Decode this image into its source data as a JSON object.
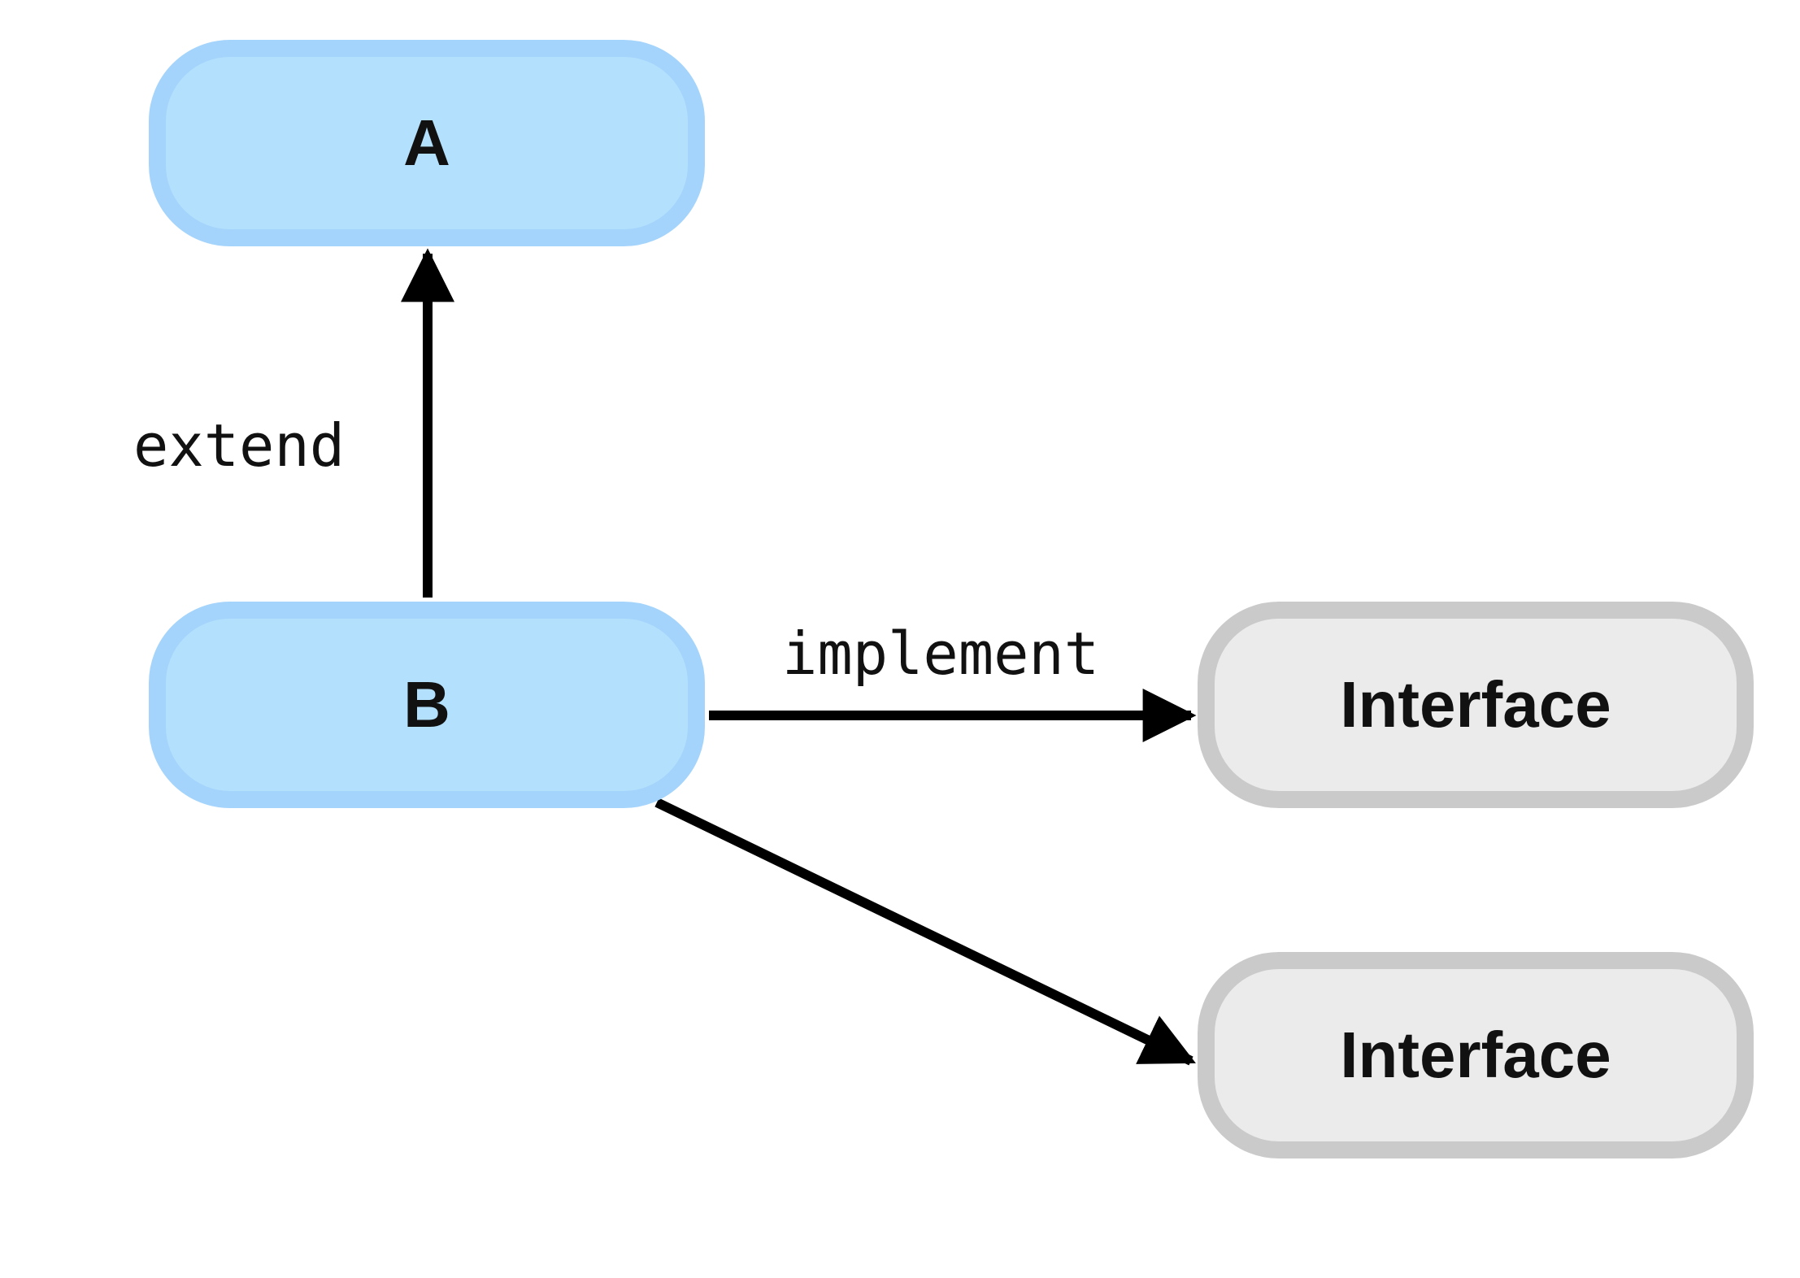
{
  "nodes": {
    "a": {
      "label": "A",
      "kind": "class"
    },
    "b": {
      "label": "B",
      "kind": "class"
    },
    "interface_1": {
      "label": "Interface",
      "kind": "interface"
    },
    "interface_2": {
      "label": "Interface",
      "kind": "interface"
    }
  },
  "edges": [
    {
      "from": "B",
      "to": "A",
      "label": "extend"
    },
    {
      "from": "B",
      "to": "Interface",
      "label": "implement"
    },
    {
      "from": "B",
      "to": "Interface",
      "label": ""
    }
  ],
  "edge_labels": {
    "extend": "extend",
    "implement": "implement"
  },
  "colors": {
    "class_fill": "#b3e0fd",
    "class_border": "#a4d4fb",
    "interface_fill": "#ebebeb",
    "interface_border": "#cacaca",
    "arrow": "#000000",
    "background": "#ffffff"
  }
}
